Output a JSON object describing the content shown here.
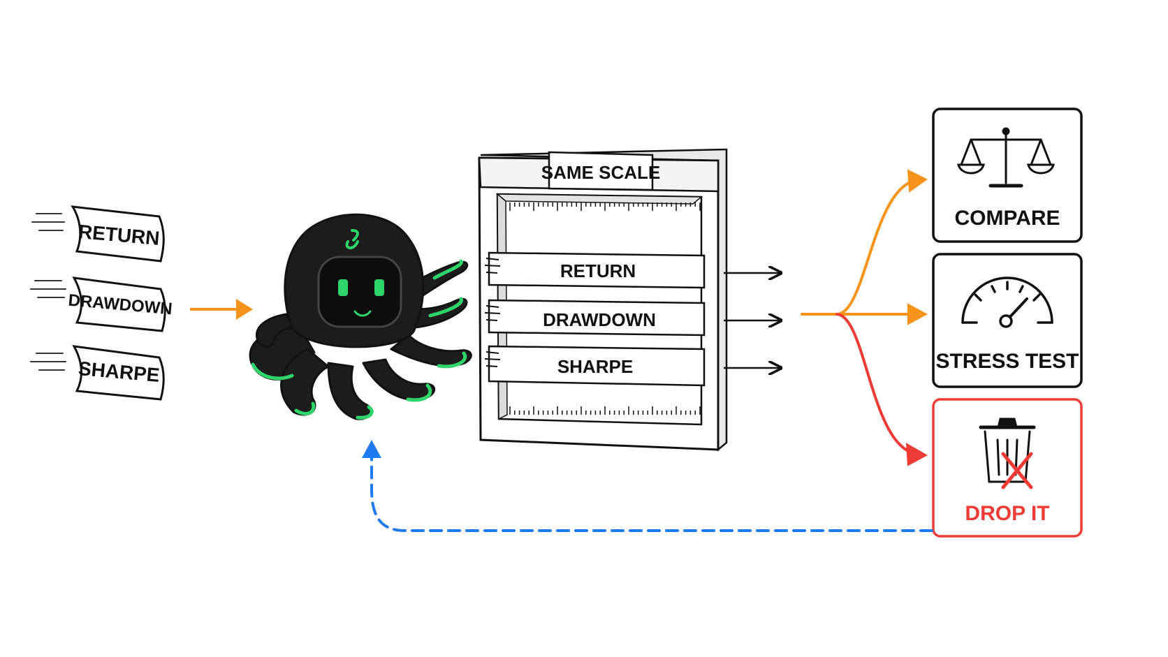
{
  "inputs": {
    "return_label": "RETURN",
    "drawdown_label": "DRAWDOWN",
    "sharpe_label": "SHARPE"
  },
  "frame": {
    "title": "SAME SCALE",
    "rows": {
      "return_label": "RETURN",
      "drawdown_label": "DRAWDOWN",
      "sharpe_label": "SHARPE"
    }
  },
  "outcomes": {
    "compare_label": "COMPARE",
    "stress_label": "STRESS TEST",
    "drop_label": "DROP IT"
  },
  "colors": {
    "ink": "#111111",
    "orange": "#f7931a",
    "red": "#ef3b36",
    "blue": "#1e7bf0",
    "green": "#2fd46a",
    "octopus_body": "#1c1c1c"
  },
  "icons": {
    "compare": "scales-icon",
    "stress": "gauge-icon",
    "drop": "trash-can-icon"
  }
}
